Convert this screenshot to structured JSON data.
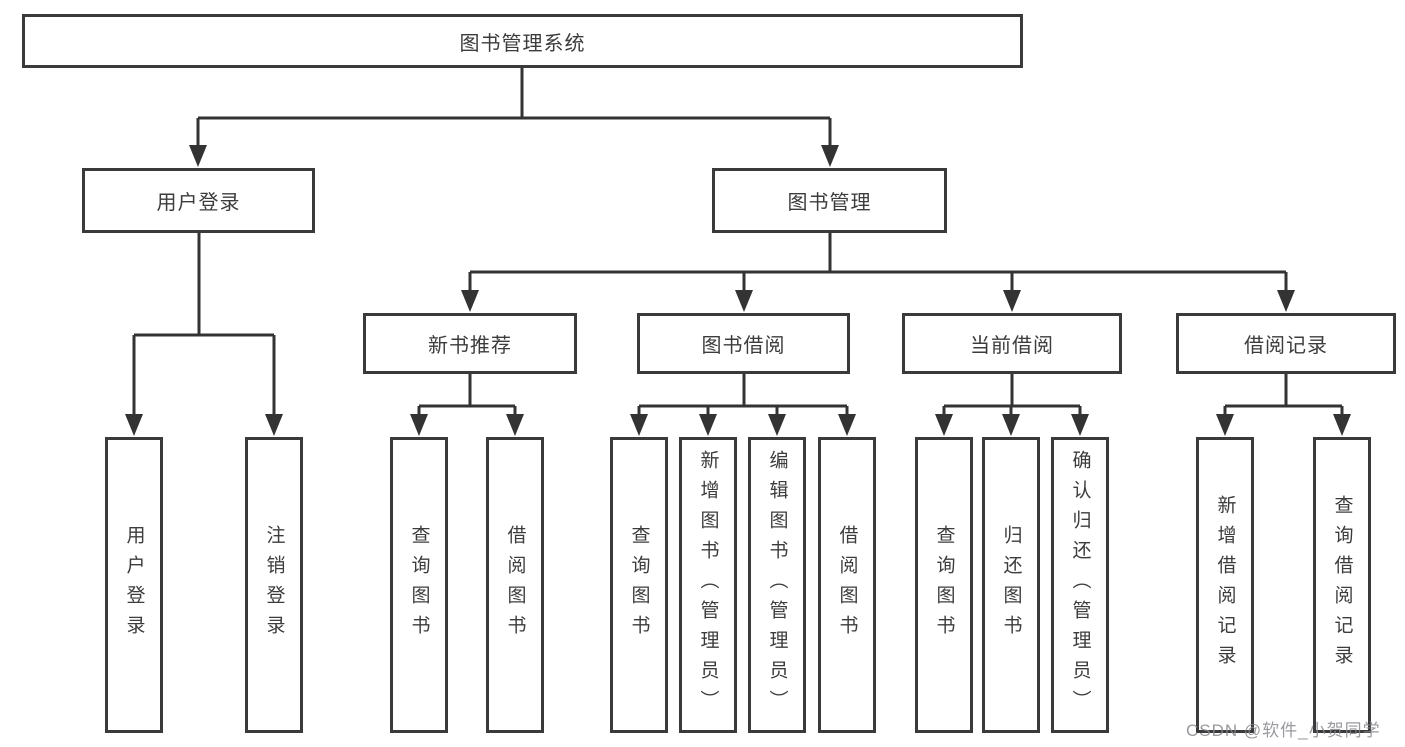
{
  "tree": {
    "root": {
      "label": "图书管理系统",
      "children": [
        {
          "label": "用户登录",
          "children": [
            {
              "label": "用户登录"
            },
            {
              "label": "注销登录"
            }
          ]
        },
        {
          "label": "图书管理",
          "children": [
            {
              "label": "新书推荐",
              "children": [
                {
                  "label": "查询图书"
                },
                {
                  "label": "借阅图书"
                }
              ]
            },
            {
              "label": "图书借阅",
              "children": [
                {
                  "label": "查询图书"
                },
                {
                  "label": "新增图书（管理员）"
                },
                {
                  "label": "编辑图书（管理员）"
                },
                {
                  "label": "借阅图书"
                }
              ]
            },
            {
              "label": "当前借阅",
              "children": [
                {
                  "label": "查询图书"
                },
                {
                  "label": "归还图书"
                },
                {
                  "label": "确认归还（管理员）"
                }
              ]
            },
            {
              "label": "借阅记录",
              "children": [
                {
                  "label": "新增借阅记录"
                },
                {
                  "label": "查询借阅记录"
                }
              ]
            }
          ]
        }
      ]
    }
  },
  "watermark": {
    "text": "CSDN @软件_小贺同学"
  },
  "colors": {
    "line": "#333333",
    "box_border": "#3a3a3a",
    "text": "#3c3c3c",
    "watermark": "#87878e",
    "background": "#ffffff"
  }
}
